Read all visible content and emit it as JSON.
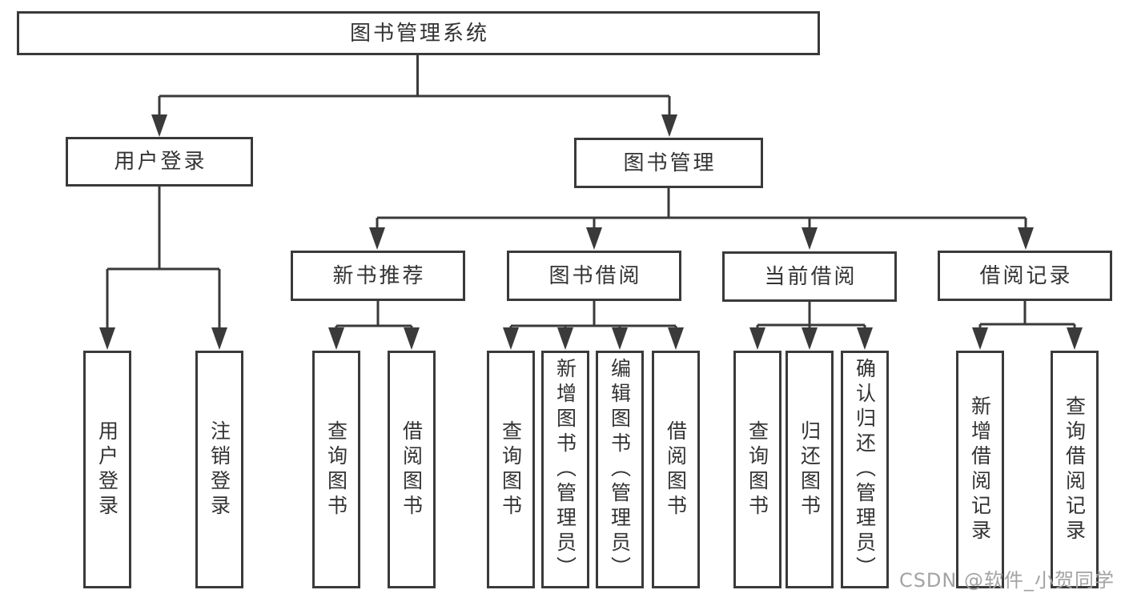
{
  "root": {
    "label": "图书管理系统"
  },
  "level2": {
    "user_login": {
      "label": "用户登录"
    },
    "book_mgmt": {
      "label": "图书管理"
    }
  },
  "level3": {
    "new_book_rec": {
      "label": "新书推荐"
    },
    "book_borrow": {
      "label": "图书借阅"
    },
    "current_borrow": {
      "label": "当前借阅"
    },
    "borrow_record": {
      "label": "借阅记录"
    }
  },
  "level4": {
    "user_login": [
      "用户登录",
      "注销登录"
    ],
    "new_book_rec": [
      "查询图书",
      "借阅图书"
    ],
    "book_borrow": [
      "查询图书",
      "新增图书（管理员）",
      "编辑图书（管理员）",
      "借阅图书"
    ],
    "current_borrow": [
      "查询图书",
      "归还图书",
      "确认归还（管理员）"
    ],
    "borrow_record": [
      "新增借阅记录",
      "查询借阅记录"
    ]
  },
  "watermark": "CSDN @软件_小贺同学",
  "colors": {
    "line": "#3a3a3a",
    "text": "#333333",
    "watermark": "#a3a3a3"
  }
}
